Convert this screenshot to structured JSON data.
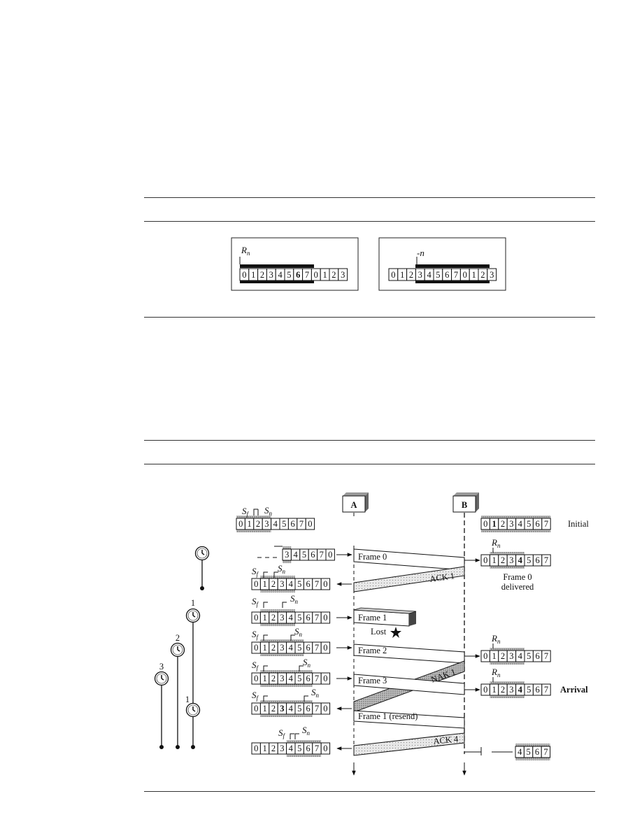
{
  "top_window": {
    "left_label": "Rn",
    "right_label": "-n",
    "left_cells": [
      "0",
      "1",
      "2",
      "3",
      "4",
      "5",
      "6",
      "7",
      "0",
      "1",
      "2",
      "3"
    ],
    "right_cells": [
      "0",
      "1",
      "2",
      "3",
      "4",
      "5",
      "6",
      "7",
      "0",
      "1",
      "2",
      "3"
    ]
  },
  "diagram": {
    "station_a": "A",
    "station_b": "B",
    "sf": "Sf",
    "sn": "Sn",
    "rn": "Rn",
    "cells8": [
      "0",
      "1",
      "2",
      "3",
      "4",
      "5",
      "6",
      "7",
      "0"
    ],
    "partial_cells": [
      "3",
      "4",
      "5",
      "6",
      "7",
      "0"
    ],
    "receiver_cells": [
      "0",
      "1",
      "2",
      "3",
      "4",
      "5",
      "6",
      "7"
    ],
    "final_receiver_cells": [
      "4",
      "5",
      "6",
      "7"
    ],
    "initial_label": "Initial",
    "frame0": "Frame 0",
    "ack1": "ACK 1",
    "delivered_line1": "Frame 0",
    "delivered_line2": "delivered",
    "frame1": "Frame 1",
    "lost": "Lost",
    "frame2": "Frame 2",
    "frame3": "Frame 3",
    "nak1": "NAK 1",
    "arrival": "Arrival",
    "frame1_resend": "Frame 1 (resend)",
    "ack4": "ACK 4",
    "timer_1": "1",
    "timer_2": "2",
    "timer_3": "3"
  }
}
